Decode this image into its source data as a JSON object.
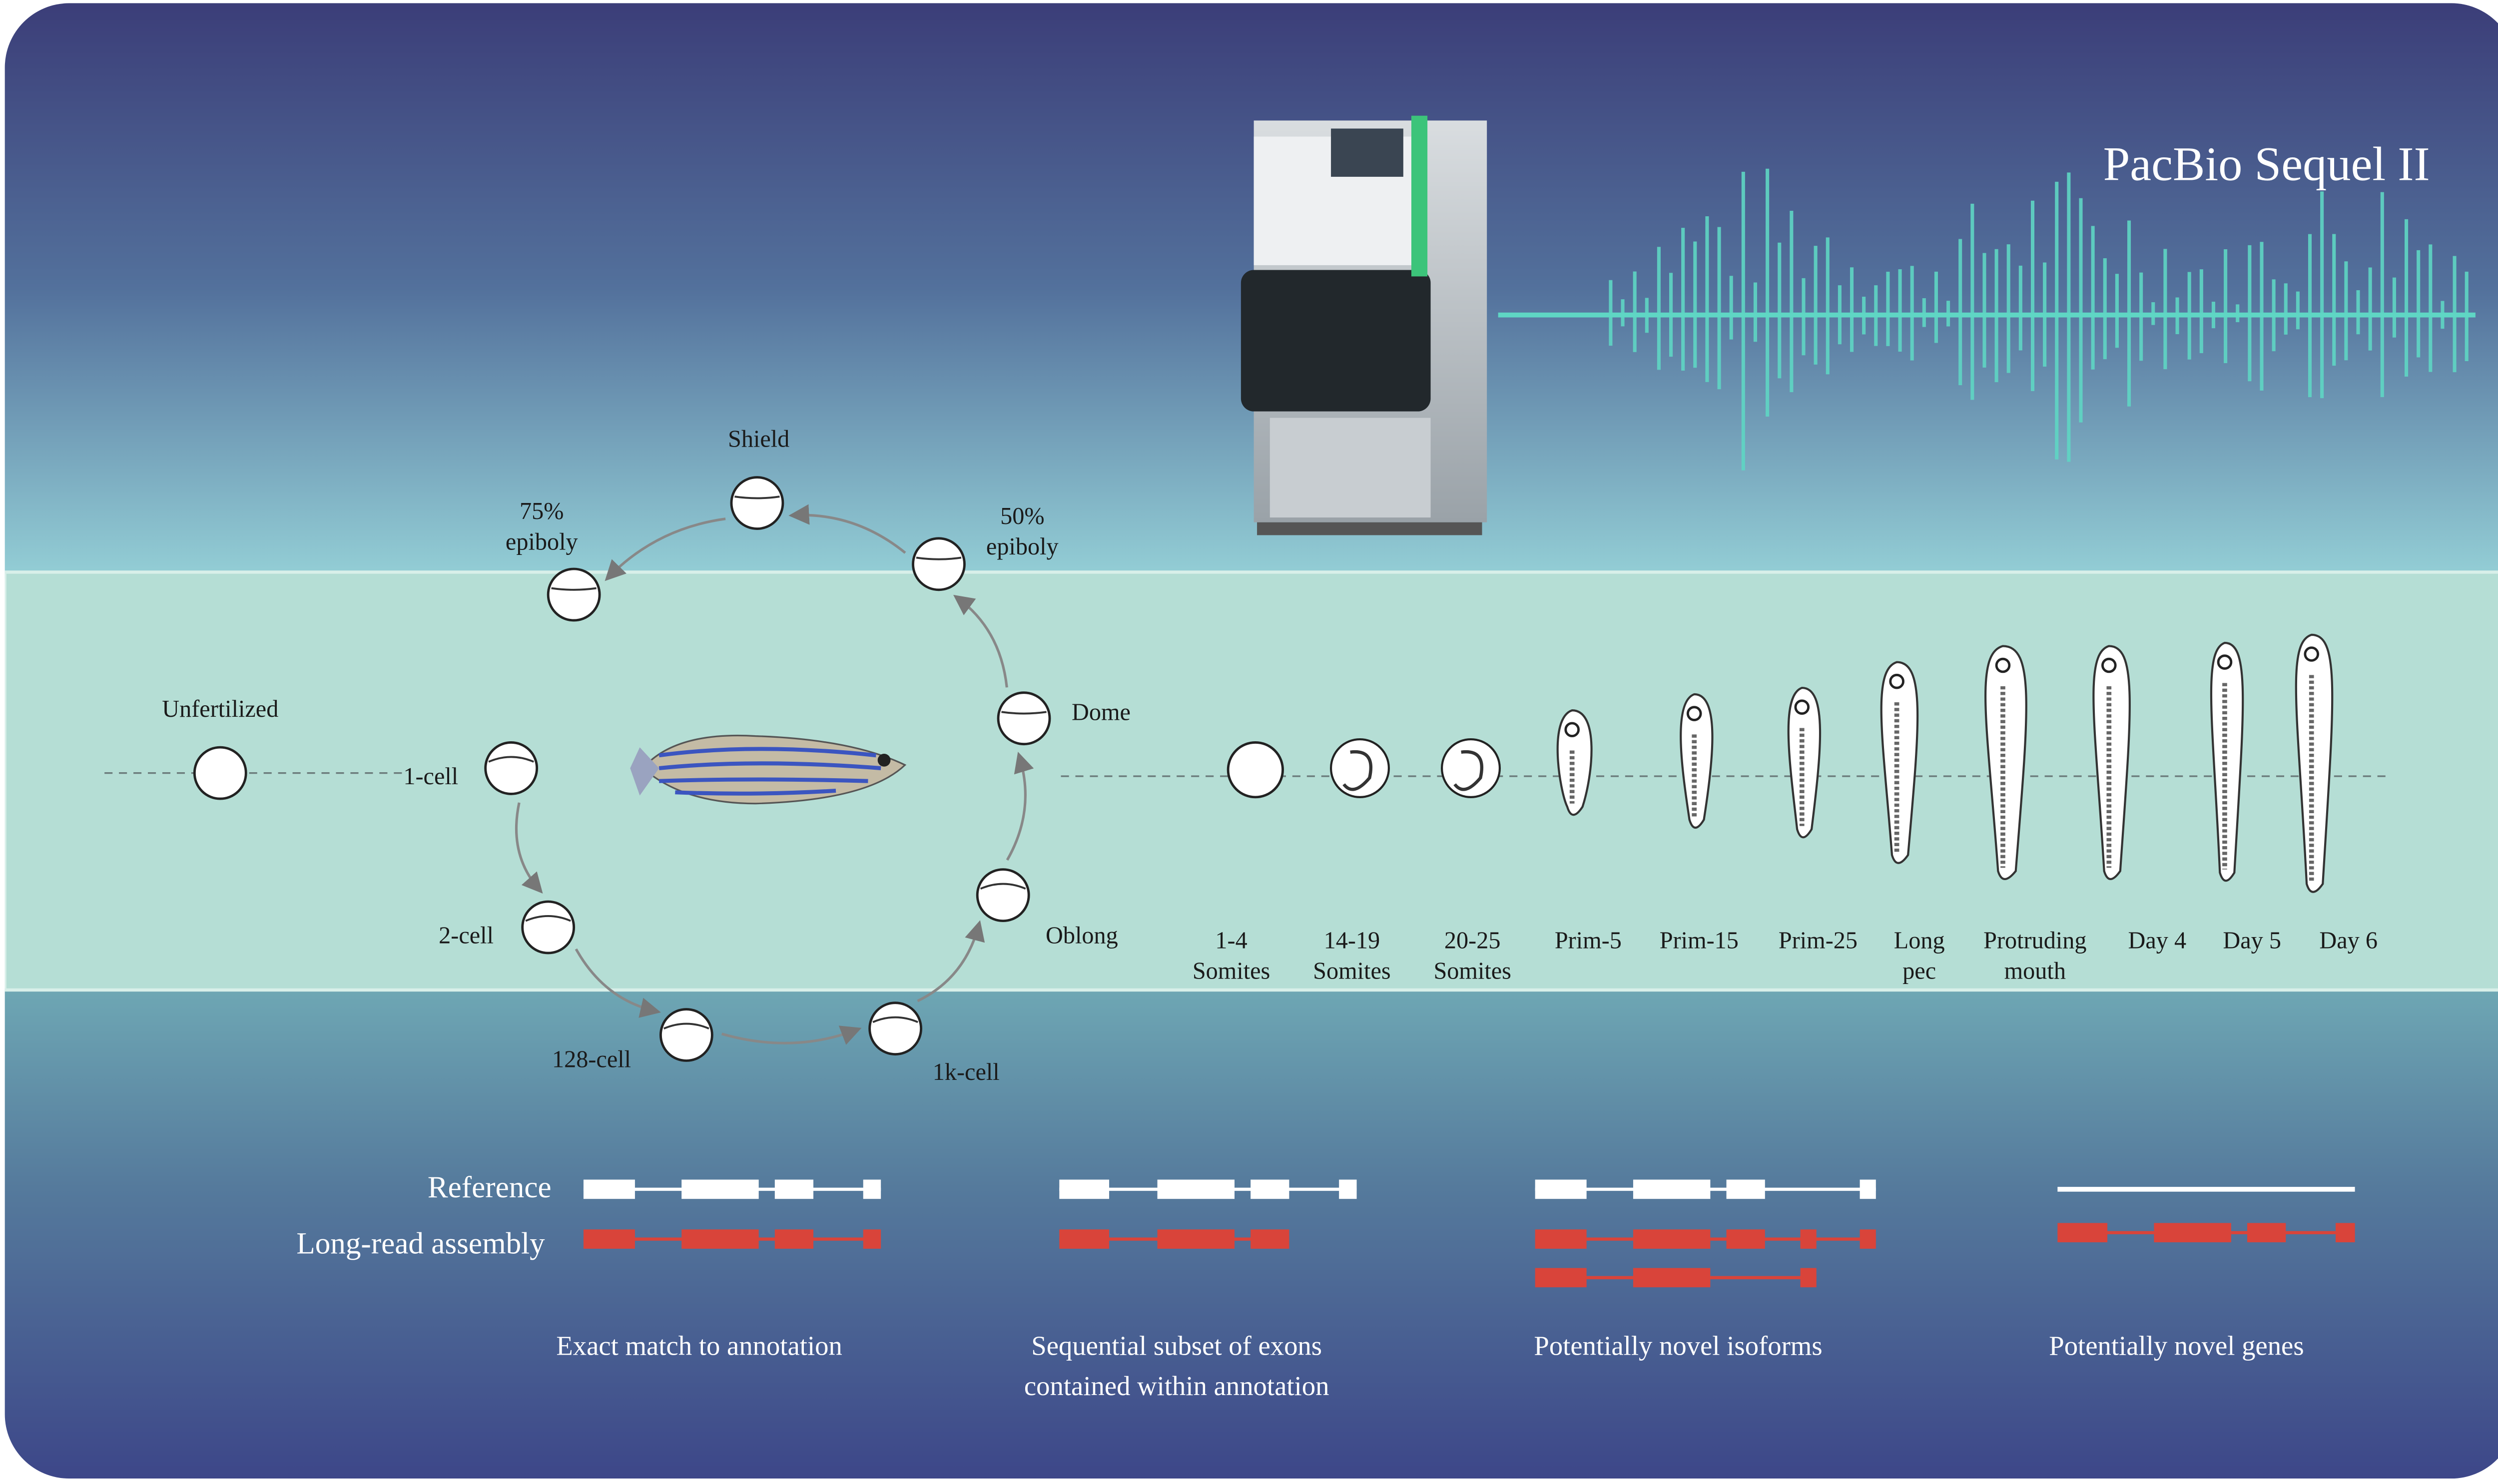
{
  "title": "PacBio Sequel II",
  "colors": {
    "reference": "#ffffff",
    "long_read": "#d9443a",
    "band": "#b5ded5",
    "waveform": "#5fd6c4"
  },
  "cycle_stages": [
    {
      "label": "Unfertilized"
    },
    {
      "label": "1-cell"
    },
    {
      "label": "2-cell"
    },
    {
      "label": "128-cell"
    },
    {
      "label": "1k-cell"
    },
    {
      "label": "Oblong"
    },
    {
      "label": "Dome"
    },
    {
      "label": "50%",
      "label2": "epiboly"
    },
    {
      "label": "Shield"
    },
    {
      "label": "75%",
      "label2": "epiboly"
    }
  ],
  "later_stages": [
    {
      "label": "1-4",
      "label2": "Somites"
    },
    {
      "label": "14-19",
      "label2": "Somites"
    },
    {
      "label": "20-25",
      "label2": "Somites"
    },
    {
      "label": "Prim-5"
    },
    {
      "label": "Prim-15"
    },
    {
      "label": "Prim-25"
    },
    {
      "label": "Long",
      "label2": "pec"
    },
    {
      "label": "Protruding",
      "label2": "mouth"
    },
    {
      "label": "Day 4"
    },
    {
      "label": "Day 5"
    },
    {
      "label": "Day 6"
    }
  ],
  "legend": {
    "reference": "Reference",
    "long_read": "Long-read assembly"
  },
  "categories": [
    {
      "caption": "Exact match to annotation"
    },
    {
      "caption": "Sequential subset of exons",
      "caption2": "contained within annotation"
    },
    {
      "caption": "Potentially novel isoforms"
    },
    {
      "caption": "Potentially novel genes"
    }
  ]
}
